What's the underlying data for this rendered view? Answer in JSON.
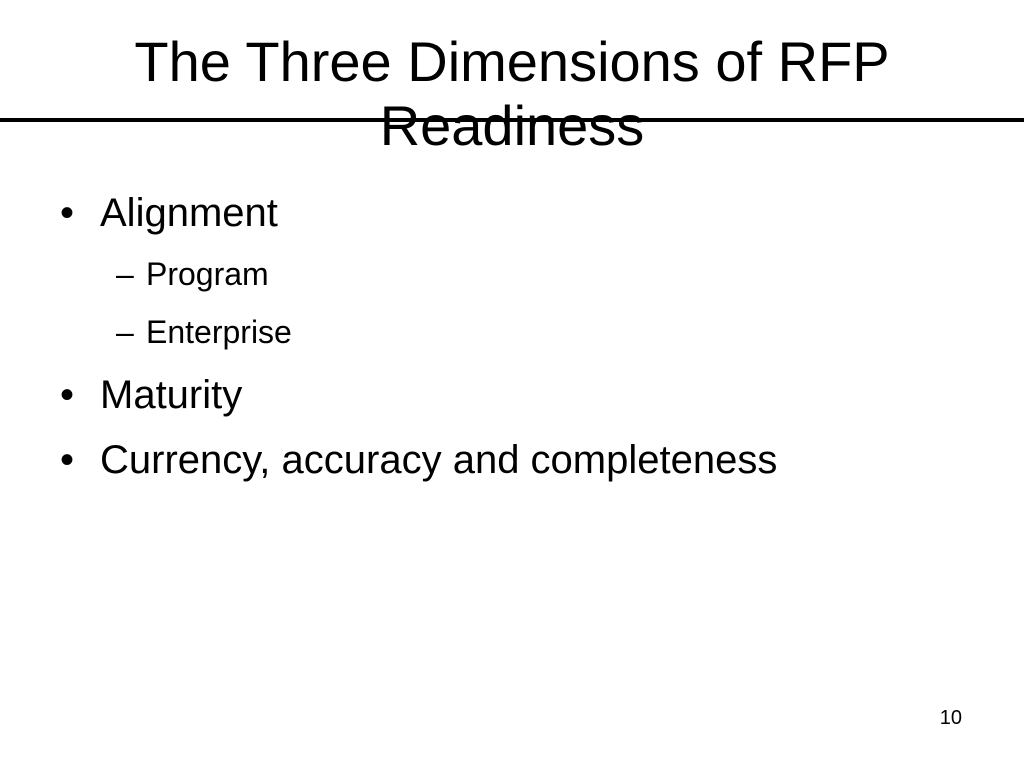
{
  "slide": {
    "title_line1": "The Three Dimensions of RFP",
    "title_line2": "Readiness",
    "bullets": [
      {
        "text": "Alignment",
        "subitems": [
          "Program",
          "Enterprise"
        ]
      },
      {
        "text": "Maturity"
      },
      {
        "text": "Currency, accuracy and completeness"
      }
    ],
    "bullet_glyph": "•",
    "subitem_glyph": "–",
    "page_number": "10"
  }
}
